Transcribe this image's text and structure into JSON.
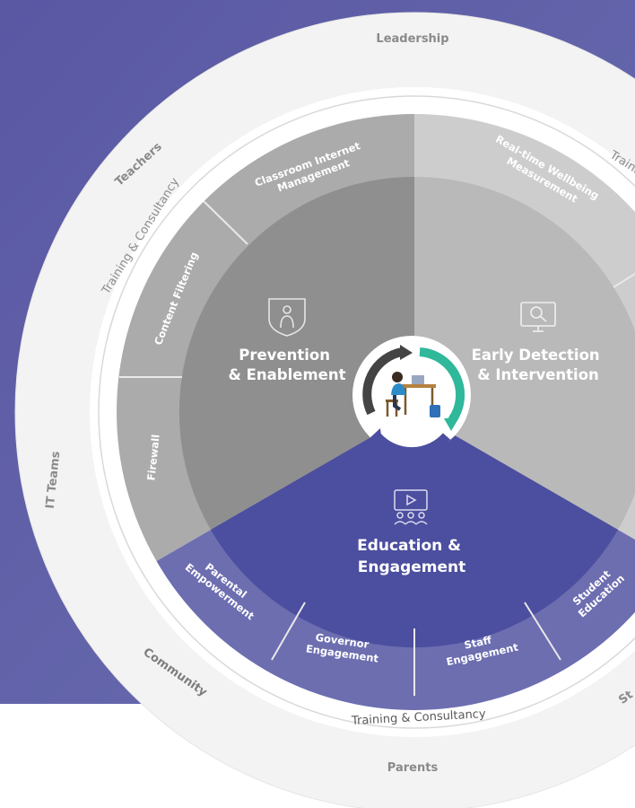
{
  "colors": {
    "background_panel": "#5b5aa4",
    "outer_ring": "#f2f2f2",
    "outer_ring_text": "#8a8a8a",
    "training_ring": "#ffffff",
    "training_text": "#8c8c8c",
    "segment_light": "#cfcfcf",
    "segment_mid": "#bdbdbd",
    "segment_dark_outer": "#a9a9a9",
    "segment_dark_inner": "#8e8e8e",
    "segment_purple_outer": "#6b6cae",
    "segment_purple_inner": "#4c4e9f",
    "center_arrow_green": "#2fb89a",
    "center_arrow_dark": "#3e3e3e",
    "center_arrow_purple": "#4c4e9f"
  },
  "outer_ring": {
    "top": "Leadership",
    "top_left": "Teachers",
    "left": "IT Teams",
    "bottom_left": "Community",
    "bottom": "Parents",
    "bottom_right_partial": "St"
  },
  "training_ring": {
    "left": "Training & Consultancy",
    "bottom": "Training & Consultancy",
    "right_partial": "Traini"
  },
  "pillars": {
    "prevention": {
      "title_line1": "Prevention",
      "title_line2": "& Enablement",
      "icon": "shield-person-icon",
      "segments": {
        "classroom_line1": "Classroom Internet",
        "classroom_line2": "Management",
        "content_filtering": "Content Filtering",
        "firewall": "Firewall"
      }
    },
    "detection": {
      "title_line1": "Early Detection",
      "title_line2": "& Intervention",
      "icon": "monitor-search-icon",
      "segments": {
        "wellbeing_line1": "Real-time Wellbeing",
        "wellbeing_line2": "Measurement"
      }
    },
    "education": {
      "title_line1": "Education &",
      "title_line2": "Engagement",
      "icon": "presentation-group-icon",
      "segments": {
        "parental_line1": "Parental",
        "parental_line2": "Empowerment",
        "governor_line1": "Governor",
        "governor_line2": "Engagement",
        "staff_line1": "Staff",
        "staff_line2": "Engagement",
        "student_line1": "Student",
        "student_line2": "Education"
      }
    }
  },
  "center": {
    "icon": "student-at-desk-icon"
  }
}
